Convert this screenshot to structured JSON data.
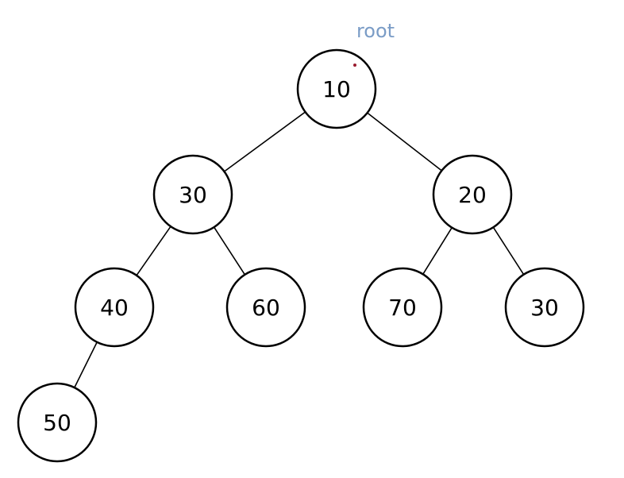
{
  "tree": {
    "root_label": "root",
    "root_label_color": "#7a9cc6",
    "nodes": [
      {
        "id": "n0",
        "value": "10"
      },
      {
        "id": "n1",
        "value": "30"
      },
      {
        "id": "n2",
        "value": "20"
      },
      {
        "id": "n3",
        "value": "40"
      },
      {
        "id": "n4",
        "value": "60"
      },
      {
        "id": "n5",
        "value": "70"
      },
      {
        "id": "n6",
        "value": "30"
      },
      {
        "id": "n7",
        "value": "50"
      }
    ],
    "edges": [
      [
        "n0",
        "n1"
      ],
      [
        "n0",
        "n2"
      ],
      [
        "n1",
        "n3"
      ],
      [
        "n1",
        "n4"
      ],
      [
        "n2",
        "n5"
      ],
      [
        "n2",
        "n6"
      ],
      [
        "n3",
        "n7"
      ]
    ]
  }
}
